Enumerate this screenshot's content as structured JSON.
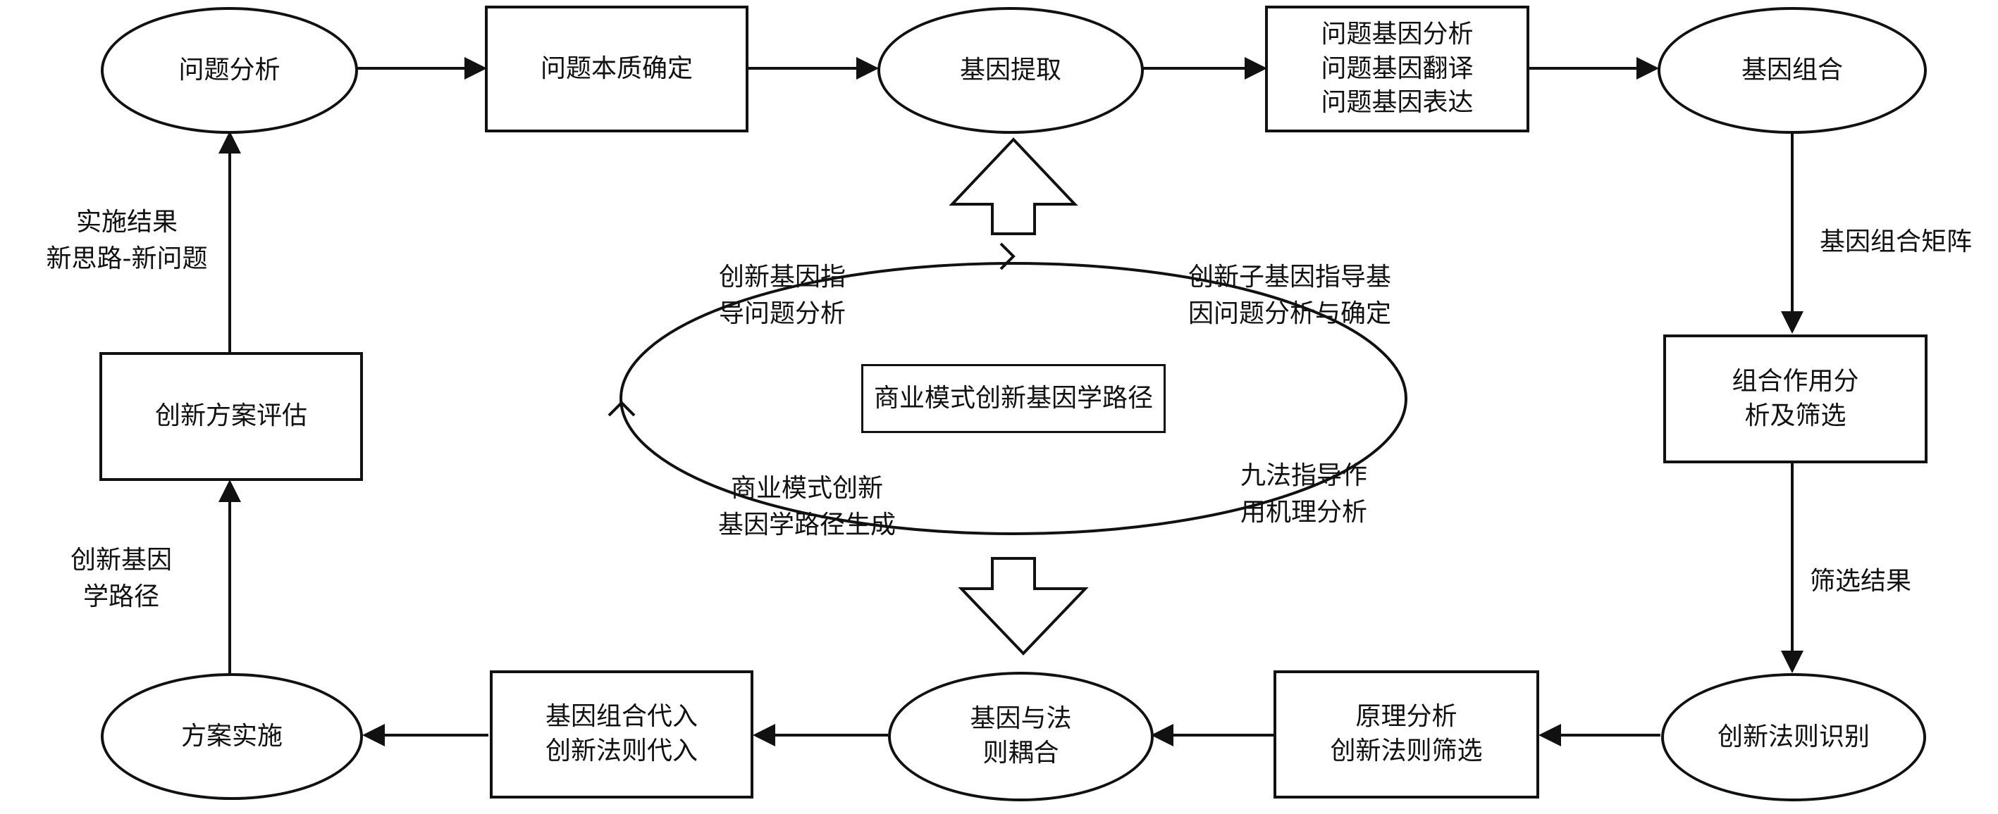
{
  "nodes": {
    "problem_analysis": "问题分析",
    "problem_essence": "问题本质确定",
    "gene_extraction": "基因提取",
    "gene_analysis": "问题基因分析\n问题基因翻译\n问题基因表达",
    "gene_combination": "基因组合",
    "combination_screening": "组合作用分\n析及筛选",
    "rule_identification": "创新法则识别",
    "principle_screening": "原理分析\n创新法则筛选",
    "gene_rule_coupling": "基因与法\n则耦合",
    "substitution": "基因组合代入\n创新法则代入",
    "implementation": "方案实施",
    "evaluation": "创新方案评估"
  },
  "edge_labels": {
    "matrix": "基因组合矩阵",
    "screening_result": "筛选结果",
    "gene_path": "创新基因\n学路径",
    "result_feedback": "实施结果\n新思路-新问题"
  },
  "cycle": {
    "center": "商业模式创新基因学路径",
    "top_left": "创新基因指\n导问题分析",
    "top_right": "创新子基因指导基\n因问题分析与确定",
    "bottom_left": "商业模式创新\n基因学路径生成",
    "bottom_right": "九法指导作\n用机理分析"
  }
}
